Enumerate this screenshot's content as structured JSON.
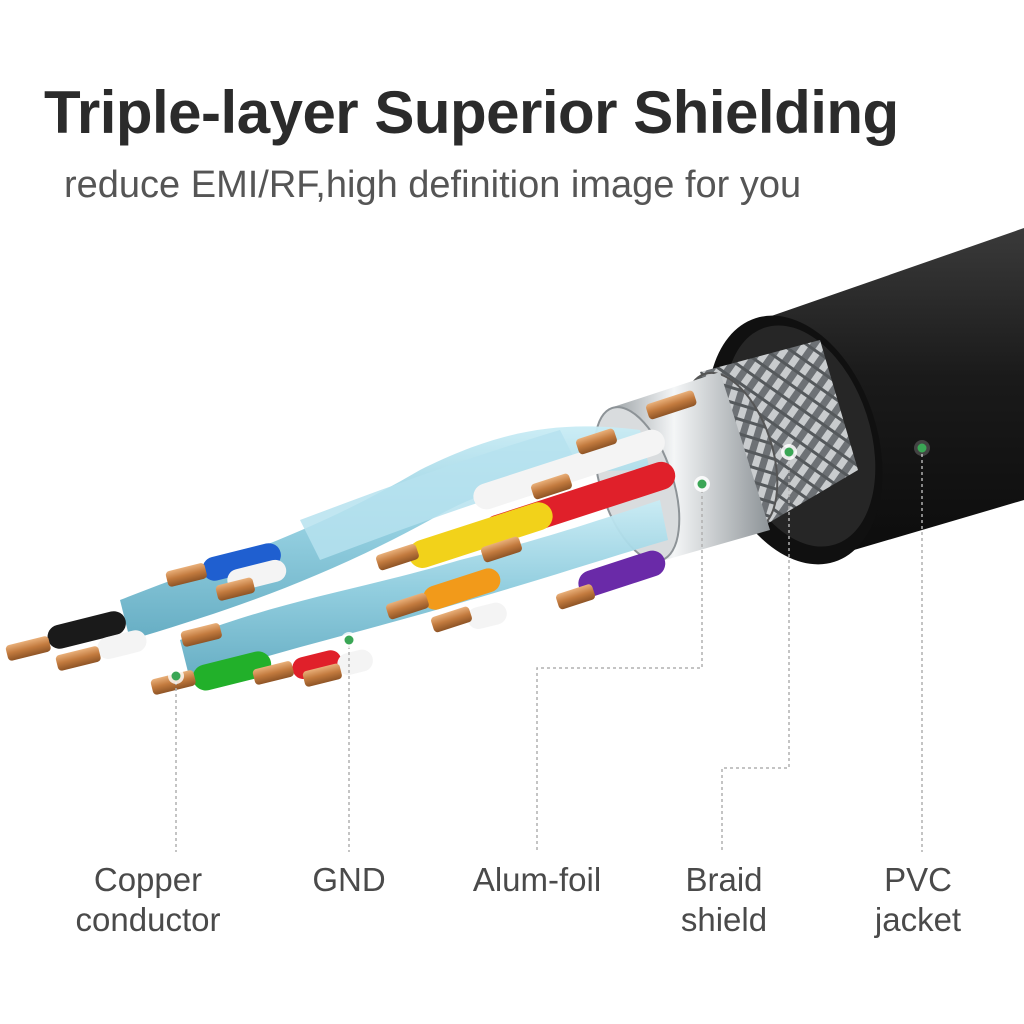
{
  "title": "Triple-layer Superior Shielding",
  "subtitle": "reduce EMI/RF,high definition image for you",
  "labels": {
    "copper": {
      "line1": "Copper",
      "line2": "conductor"
    },
    "gnd": {
      "line1": "GND"
    },
    "alum": {
      "line1": "Alum-foil"
    },
    "braid": {
      "line1": "Braid",
      "line2": "shield"
    },
    "pvc": {
      "line1": "PVC",
      "line2": "jacket"
    }
  },
  "colors": {
    "jacket": "#1f1f1f",
    "foil_wrap": "#9fd6e6",
    "copper": "#d08a4e",
    "callout_dot": "#3aa655",
    "leader_line": "#b0b0b0"
  },
  "wire_colors": [
    "blue-icon",
    "white-icon",
    "black-icon",
    "green-icon",
    "red-icon",
    "orange-icon",
    "yellow-icon",
    "purple-icon"
  ]
}
